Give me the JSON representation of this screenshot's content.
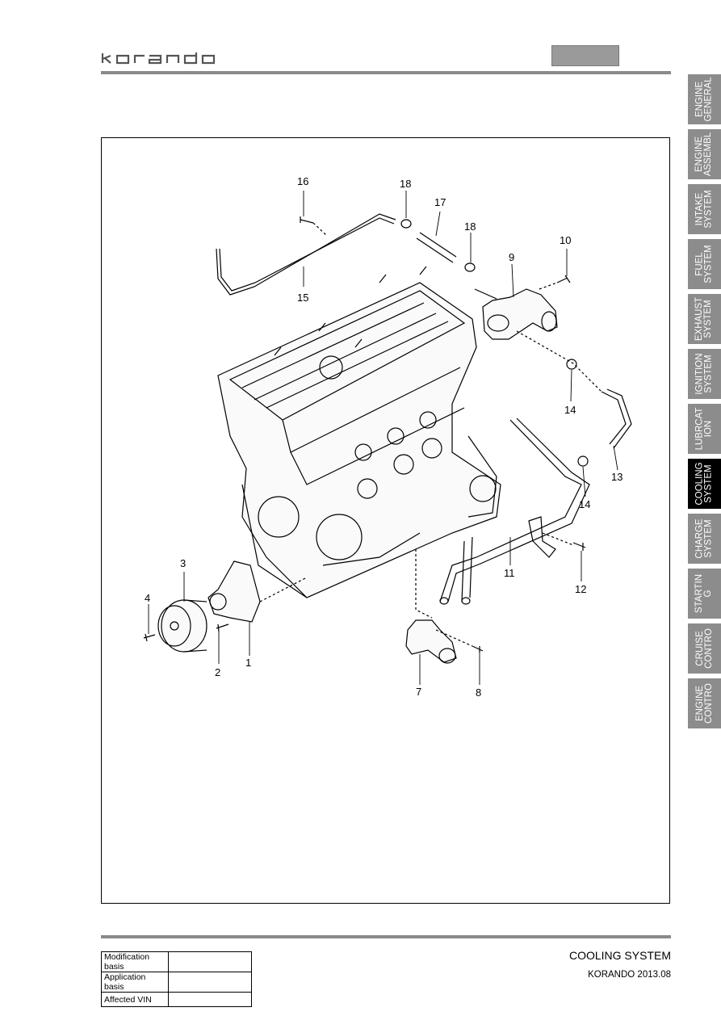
{
  "header": {
    "brand": "korando"
  },
  "tabs": [
    {
      "label": "ENGINE\nGENERAL",
      "active": false
    },
    {
      "label": "ENGINE\nASSEMBL",
      "active": false
    },
    {
      "label": "INTAKE\nSYSTEM",
      "active": false
    },
    {
      "label": "FUEL\nSYSTEM",
      "active": false
    },
    {
      "label": "EXHAUST\nSYSTEM",
      "active": false
    },
    {
      "label": "IGNITION\nSYSTEM",
      "active": false
    },
    {
      "label": "LUBRCAT\nION",
      "active": false
    },
    {
      "label": "COOLING\nSYSTEM",
      "active": true
    },
    {
      "label": "CHARGE\nSYSTEM",
      "active": false
    },
    {
      "label": "STARTIN\nG",
      "active": false
    },
    {
      "label": "CRUISE\nCONTRO",
      "active": false
    },
    {
      "label": "ENGINE\nCONTRO",
      "active": false
    }
  ],
  "diagram": {
    "callouts": [
      "16",
      "18",
      "17",
      "18",
      "9",
      "10",
      "15",
      "14",
      "13",
      "14",
      "11",
      "12",
      "3",
      "4",
      "2",
      "1",
      "7",
      "8"
    ]
  },
  "footer": {
    "title": "COOLING SYSTEM",
    "model": "KORANDO 2013.08",
    "basis_table": [
      {
        "label": "Modification basis",
        "value": ""
      },
      {
        "label": "Application basis",
        "value": ""
      },
      {
        "label": "Affected VIN",
        "value": ""
      }
    ]
  },
  "colors": {
    "rule": "#8a8a8a",
    "tab_inactive": "#8c8c8c",
    "tab_active": "#000000",
    "header_box": "#9a9a9a"
  }
}
